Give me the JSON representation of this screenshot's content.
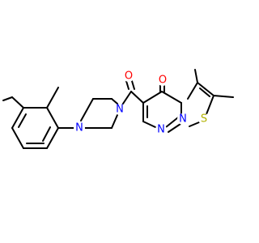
{
  "molecule": {
    "atoms": [
      {
        "id": "o_carbonyl",
        "symbol": "O",
        "color": "#ff0000"
      },
      {
        "id": "o_ketone",
        "symbol": "O",
        "color": "#ff0000"
      },
      {
        "id": "n_pip_left",
        "symbol": "N",
        "color": "#0000ff"
      },
      {
        "id": "n_pip_right",
        "symbol": "N",
        "color": "#0000ff"
      },
      {
        "id": "n_ring_fused",
        "symbol": "N",
        "color": "#0000ff"
      },
      {
        "id": "n_ring_bottom",
        "symbol": "N",
        "color": "#0000ff"
      },
      {
        "id": "s_thiazole",
        "symbol": "S",
        "color": "#b2b200"
      }
    ],
    "bond_color": "#000000",
    "background": "#ffffff"
  }
}
